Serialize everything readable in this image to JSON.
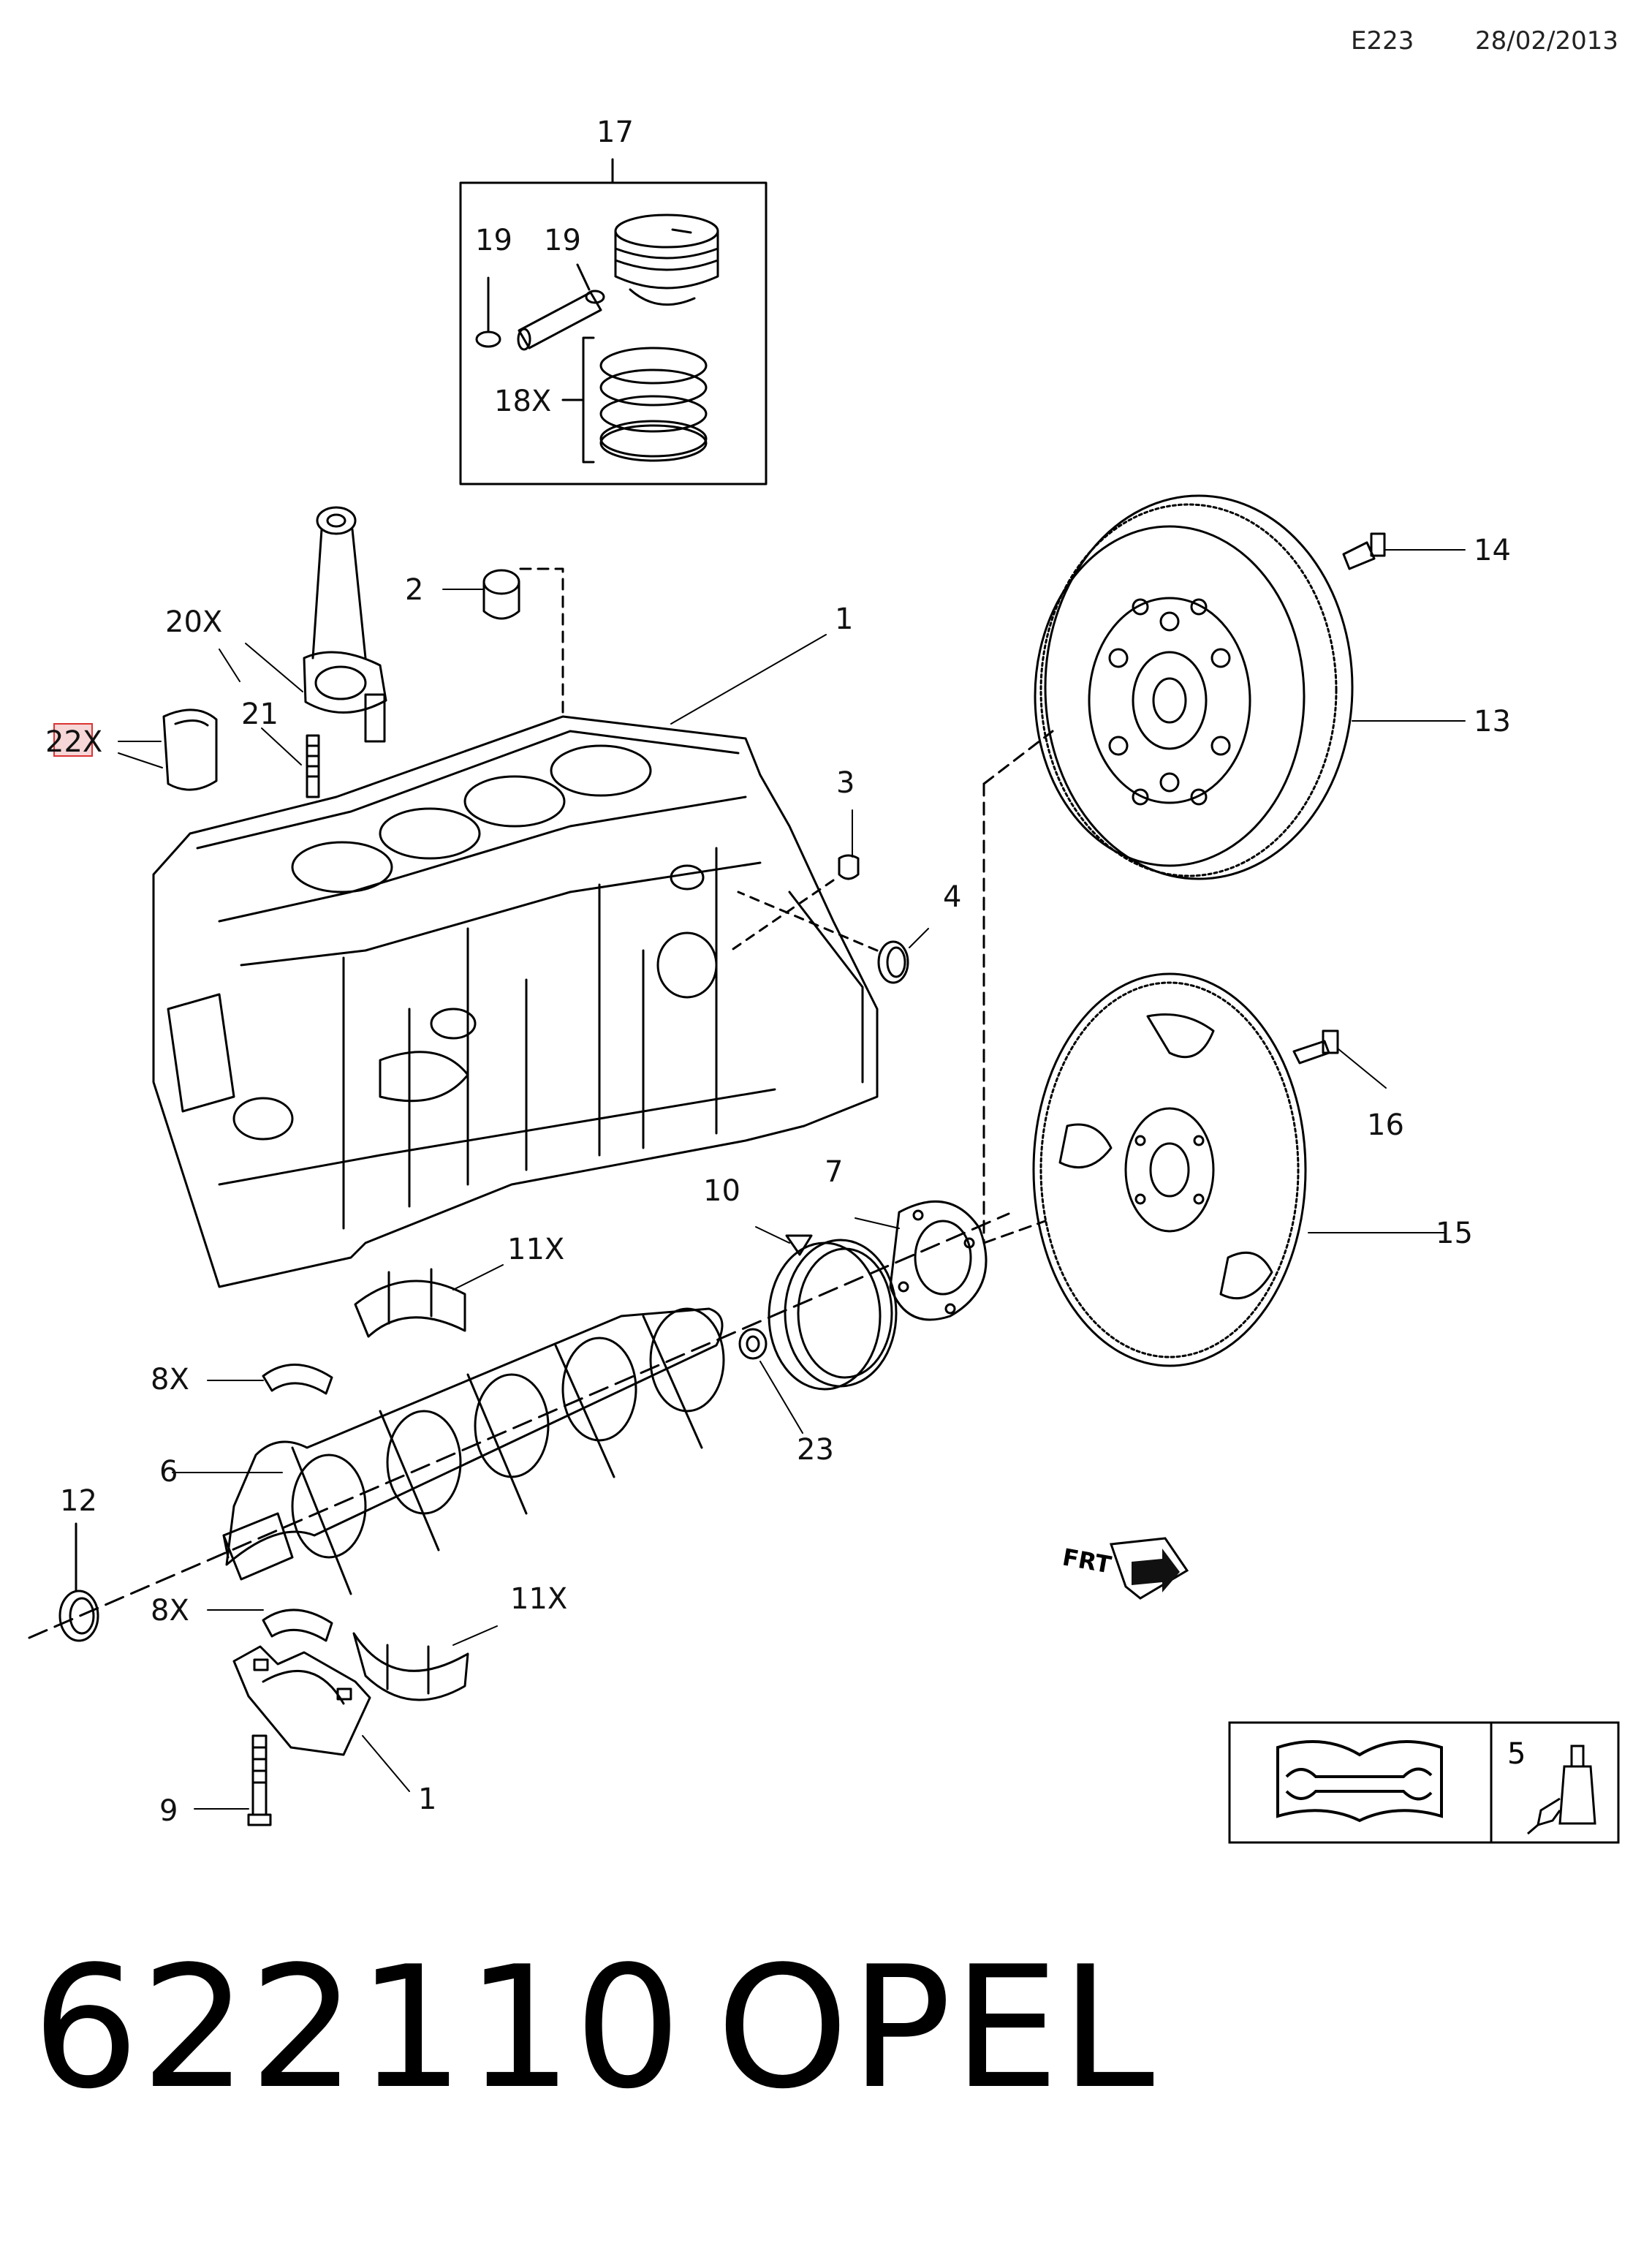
{
  "header": {
    "code": "E223",
    "date": "28/02/2013"
  },
  "callouts": {
    "c1a": "1",
    "c1b": "1",
    "c2": "2",
    "c3": "3",
    "c4": "4",
    "c5": "5",
    "c6": "6",
    "c7": "7",
    "c8a": "8X",
    "c8b": "8X",
    "c9": "9",
    "c10": "10",
    "c11a": "11X",
    "c11b": "11X",
    "c12": "12",
    "c13": "13",
    "c14": "14",
    "c15": "15",
    "c16": "16",
    "c17": "17",
    "c18": "18X",
    "c19a": "19",
    "c19b": "19",
    "c20": "20X",
    "c21": "21",
    "c22": "22X",
    "c23": "23"
  },
  "front_marker": "FRT",
  "icons": {
    "manual": "manual-wrench-icon",
    "sealant": "sealant-tube-icon",
    "direction": "front-arrow-icon"
  },
  "footer": {
    "part_number": "622110",
    "brand": "OPEL"
  }
}
